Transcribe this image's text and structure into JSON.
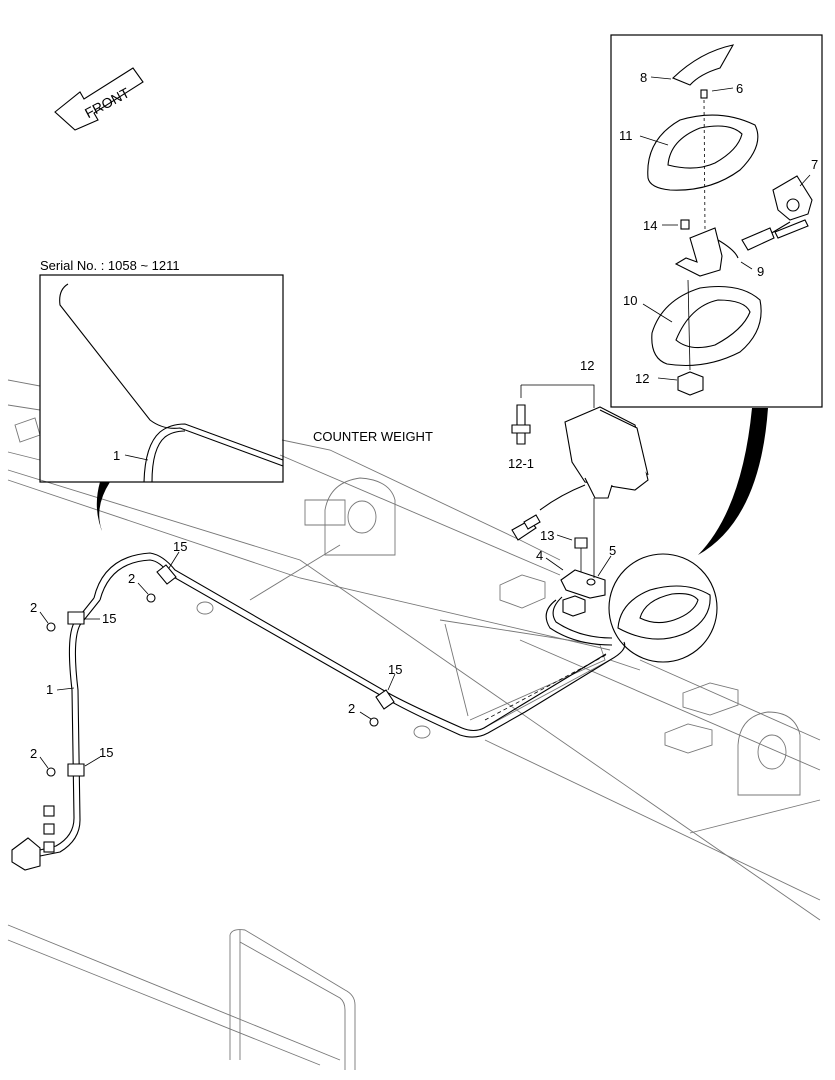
{
  "labels": {
    "front": "FRONT",
    "counter_weight": "COUNTER WEIGHT",
    "serial_no": "Serial No. : 1058 ~ 1211"
  },
  "callouts": {
    "c1_inset": "1",
    "c1_main": "1",
    "c2_a": "2",
    "c2_b": "2",
    "c2_c": "2",
    "c2_d": "2",
    "c4": "4",
    "c5": "5",
    "c6": "6",
    "c7": "7",
    "c8": "8",
    "c9": "9",
    "c10": "10",
    "c11": "11",
    "c12_lamp": "12",
    "c12_detail": "12",
    "c12_1": "12-1",
    "c13": "13",
    "c14": "14",
    "c15_a": "15",
    "c15_b": "15",
    "c15_c": "15",
    "c15_d": "15"
  }
}
